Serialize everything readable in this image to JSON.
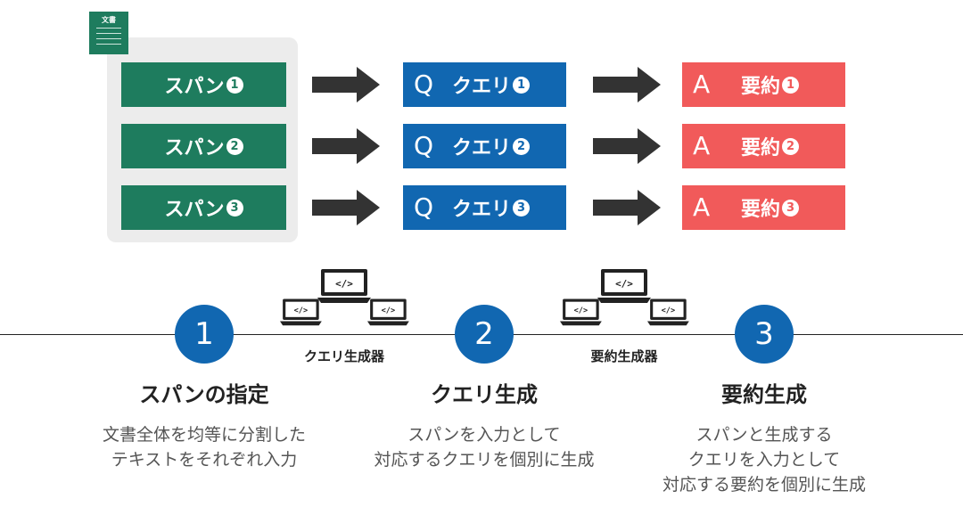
{
  "document": {
    "icon_label": "文書"
  },
  "spans": [
    {
      "label": "スパン",
      "num": "1"
    },
    {
      "label": "スパン",
      "num": "2"
    },
    {
      "label": "スパン",
      "num": "3"
    }
  ],
  "queries": [
    {
      "lead": "Q",
      "label": "クエリ",
      "num": "1"
    },
    {
      "lead": "Q",
      "label": "クエリ",
      "num": "2"
    },
    {
      "lead": "Q",
      "label": "クエリ",
      "num": "3"
    }
  ],
  "summaries": [
    {
      "lead": "A",
      "label": "要約",
      "num": "1"
    },
    {
      "lead": "A",
      "label": "要約",
      "num": "2"
    },
    {
      "lead": "A",
      "label": "要約",
      "num": "3"
    }
  ],
  "generators": [
    {
      "label": "クエリ生成器",
      "code_glyph": "</>"
    },
    {
      "label": "要約生成器",
      "code_glyph": "</>"
    }
  ],
  "steps": [
    {
      "num": "1",
      "title": "スパンの指定",
      "desc": [
        "文書全体を均等に分割した",
        "テキストをそれぞれ入力"
      ]
    },
    {
      "num": "2",
      "title": "クエリ生成",
      "desc": [
        "スパンを入力として",
        "対応するクエリを個別に生成"
      ]
    },
    {
      "num": "3",
      "title": "要約生成",
      "desc": [
        "スパンと生成する",
        "クエリを入力として",
        "対応する要約を個別に生成"
      ]
    }
  ],
  "colors": {
    "span": "#1e7c5e",
    "query": "#1167b1",
    "summary": "#f15a5a",
    "arrow": "#333333",
    "step": "#1167b1"
  }
}
